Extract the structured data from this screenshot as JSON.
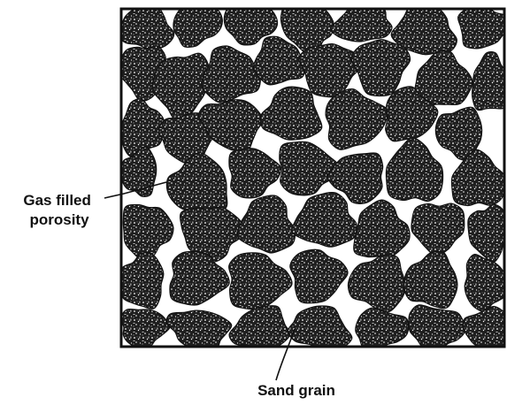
{
  "labels": {
    "pore": [
      "Gas filled",
      "porosity"
    ],
    "grain": "Sand grain"
  },
  "colors": {
    "background": "#ffffff",
    "ink": "#111111",
    "grain_fill": "#1e1e1e"
  }
}
